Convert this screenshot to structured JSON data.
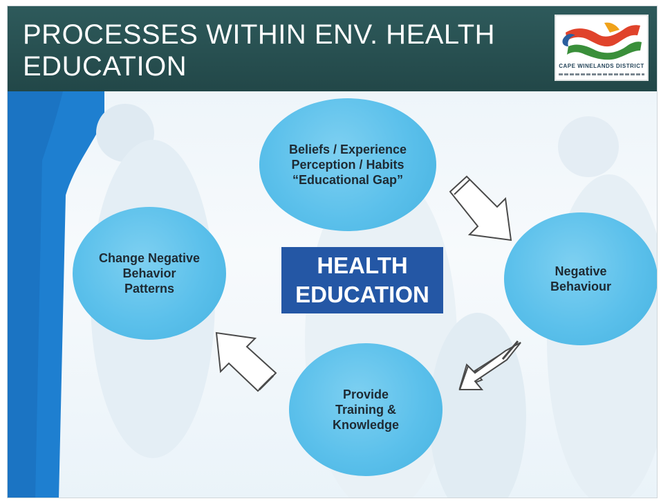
{
  "slide": {
    "title": "PROCESSES WITHIN ENV. HEALTH EDUCATION",
    "logo": {
      "name": "cape-winelands-district-logo",
      "caption": "CAPE WINELANDS DISTRICT"
    }
  },
  "diagram": {
    "center": [
      "HEALTH",
      "EDUCATION"
    ],
    "nodes": [
      {
        "id": "beliefs",
        "label": "Beliefs / Experience\nPerception / Habits\n“Educational Gap”"
      },
      {
        "id": "negative",
        "label": "Negative\nBehaviour"
      },
      {
        "id": "provide",
        "label": "Provide\nTraining &\nKnowledge"
      },
      {
        "id": "change",
        "label": "Change Negative\nBehavior\nPatterns"
      }
    ]
  },
  "colors": {
    "header": "#2a5253",
    "node": "#5bc0eb",
    "center_box": "#2457a5",
    "body_accent": "#1e7fd0"
  }
}
